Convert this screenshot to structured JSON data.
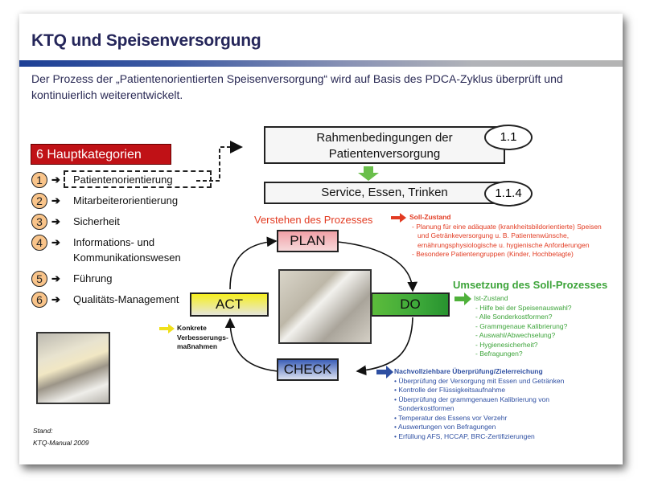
{
  "slide": {
    "title": "KTQ und Speisenversorgung",
    "intro": "Der Prozess der „Patientenorientierten Speisenversorgung“ wird auf Basis des PDCA-Zyklus überprüft und kontinuierlich weiterentwickelt.",
    "colors": {
      "title_bar_start": "#1c3f95",
      "title_bar_end": "#b4b4b4",
      "category_box": "#c01116",
      "number_circle": "#f9c48a"
    }
  },
  "categories": {
    "heading": "6 Hauptkategorien",
    "items": [
      {
        "num": "1",
        "label": "Patientenorientierung",
        "highlighted": true
      },
      {
        "num": "2",
        "label": "Mitarbeiterorientierung"
      },
      {
        "num": "3",
        "label": "Sicherheit"
      },
      {
        "num": "4",
        "label": "Informations- und",
        "label2": "Kommunikationswesen"
      },
      {
        "num": "5",
        "label": "Führung"
      },
      {
        "num": "6",
        "label": "Qualitäts-Management"
      }
    ]
  },
  "flow": {
    "box1_line1": "Rahmenbedingungen der",
    "box1_line2": "Patientenversorgung",
    "box1_code": "1.1",
    "box2": "Service, Essen, Trinken",
    "box2_code": "1.1.4"
  },
  "pdca": {
    "plan": "PLAN",
    "do": "DO",
    "check": "CHECK",
    "act": "ACT",
    "plan_caption": "Verstehen des Prozesses",
    "colors": {
      "plan": "#f0a0a6",
      "do": "#3da93a",
      "check": "#3d5fb8",
      "act": "#f6ef1f"
    }
  },
  "plan_notes": {
    "heading": "Soll-Zustand",
    "bullets": [
      "- Planung für eine adäquate (krankheitsbildorientierte) Speisen",
      "und Getränkeversorgung u. B. Patientenwünsche,",
      "ernährungsphysiologische u. hygienische Anforderungen",
      "- Besondere Patientengruppen (Kinder, Hochbetagte)"
    ]
  },
  "do_notes": {
    "title": "Umsetzung des Soll-Prozesses",
    "heading": "Ist-Zustand",
    "bullets": [
      "- Hilfe bei der Speisenauswahl?",
      "- Alle Sonderkostformen?",
      "- Grammgenaue Kalibrierung?",
      "- Auswahl/Abwechselung?",
      "- Hygienesicherheit?",
      "- Befragungen?"
    ]
  },
  "check_notes": {
    "heading": "Nachvollziehbare Überprüfung/Zielerreichung",
    "bullets": [
      "• Überprüfung der Versorgung mit Essen und Getränken",
      "• Kontrolle der Flüssigkeitsaufnahme",
      "• Überprüfung der grammgenauen Kalibrierung von",
      "Sonderkostformen",
      "• Temperatur des Essens vor Verzehr",
      "• Auswertungen von Befragungen",
      "• Erfüllung AFS, HCCAP, BRC-Zertifizierungen"
    ]
  },
  "act_notes": {
    "lines": [
      "Konkrete",
      "Verbesserungs-",
      "maßnahmen"
    ]
  },
  "footer": {
    "line1": "Stand:",
    "line2": "KTQ-Manual 2009"
  }
}
